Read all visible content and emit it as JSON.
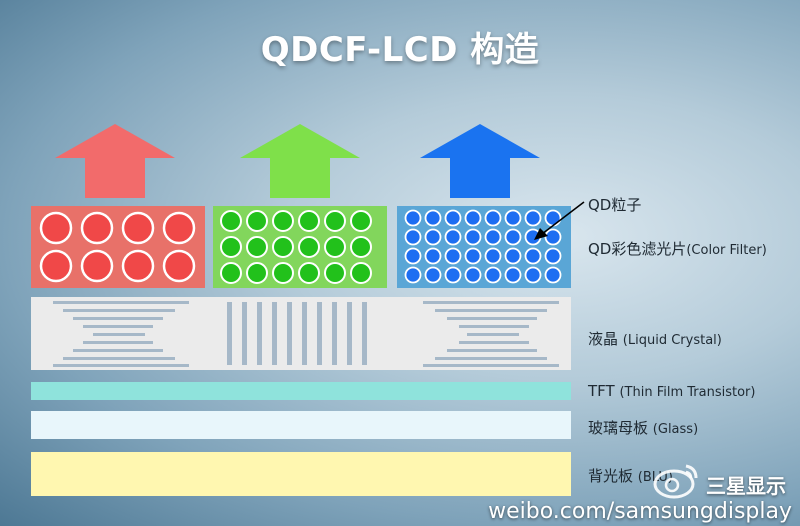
{
  "title": "QDCF-LCD 构造",
  "labels": {
    "qd_particle": "QD粒子",
    "qd_filter_main": "QD彩色滤光片",
    "qd_filter_sub": "(Color Filter)",
    "lc_main": "液晶",
    "lc_sub": "(Liquid Crystal)",
    "tft_main": "TFT",
    "tft_sub": "(Thin Film Transistor)",
    "glass_main": "玻璃母板",
    "glass_sub": "(Glass)",
    "blu_main": "背光板",
    "blu_sub": "(BLU)"
  },
  "watermark": {
    "brand": "三星显示",
    "id": "weibo.com/samsungdisplay",
    "logo_icon": "weibo-logo-icon"
  },
  "colors": {
    "red_arrow": "#f26b6b",
    "green_arrow": "#7fe04a",
    "blue_arrow": "#1a73f0",
    "red_panel": "#e87169",
    "green_panel": "#82d65c",
    "blue_panel": "#5aa6d6",
    "red_dot": "#f04848",
    "green_dot": "#22c11b",
    "blue_dot": "#1e6ef2",
    "lc_layer": "#ebebeb",
    "lc_bars": "#a6b8c8",
    "tft_layer": "#8fe3dc",
    "glass_layer": "#e8f6fb",
    "blu_layer": "#fff7b0"
  },
  "icons": [
    "arrow-up-icon",
    "weibo-logo-icon"
  ]
}
